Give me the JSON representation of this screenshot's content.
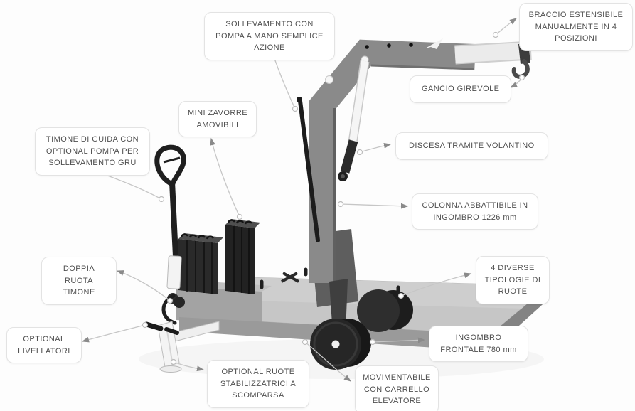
{
  "diagram": {
    "type": "annotated-product-illustration",
    "subject": "manual hydraulic crane on pallet-truck base"
  },
  "callouts": [
    {
      "id": "sollevamento",
      "label": "SOLLEVAMENTO CON POMPA A MANO SEMPLICE AZIONE"
    },
    {
      "id": "braccio",
      "label": "BRACCIO ESTENSIBILE MANUALMENTE IN 4 POSIZIONI"
    },
    {
      "id": "gancio",
      "label": "GANCIO GIREVOLE"
    },
    {
      "id": "zavorre",
      "label": "MINI ZAVORRE AMOVIBILI"
    },
    {
      "id": "timone-guida",
      "label": "TIMONE DI GUIDA CON OPTIONAL POMPA PER SOLLEVAMENTO GRU"
    },
    {
      "id": "discesa",
      "label": "DISCESA TRAMITE VOLANTINO"
    },
    {
      "id": "colonna",
      "label": "COLONNA ABBATTIBILE IN INGOMBRO 1226 mm"
    },
    {
      "id": "doppia-ruota",
      "label": "DOPPIA RUOTA TIMONE"
    },
    {
      "id": "tipologie-ruote",
      "label": "4 DIVERSE TIPOLOGIE DI RUOTE"
    },
    {
      "id": "livellatori",
      "label": "OPTIONAL LIVELLATORI"
    },
    {
      "id": "ingombro",
      "label": "INGOMBRO FRONTALE 780 mm"
    },
    {
      "id": "stabilizzatrici",
      "label": "OPTIONAL RUOTE STABILIZZATRICI A SCOMPARSA"
    },
    {
      "id": "movimentabile",
      "label": "MOVIMENTABILE CON CARRELLO ELEVATORE"
    }
  ],
  "colors": {
    "background": "#fdfdfd",
    "callout_border": "#e3e3e3",
    "callout_text": "#4f4f4f",
    "leader_line": "#c6c6c6",
    "machine_dark": "#262626",
    "machine_mid_gray": "#888888",
    "machine_light": "#e9e9e9"
  }
}
